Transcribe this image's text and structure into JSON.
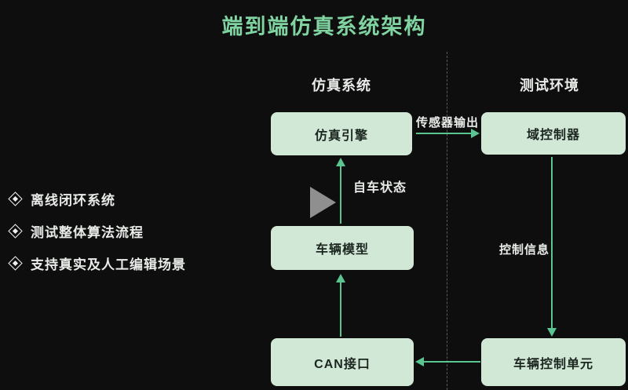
{
  "title": "端到端仿真系统架构",
  "colors": {
    "background": "#0d0e0d",
    "accent_green": "#7fd4a1",
    "box_fill": "#d2e8d6",
    "box_text": "#1c2620",
    "arrow": "#5bc592",
    "divider": "#5a5a5a",
    "text": "#e9ebe9"
  },
  "columns": {
    "left_header": "仿真系统",
    "right_header": "测试环境"
  },
  "nodes": {
    "sim_engine": "仿真引擎",
    "domain_controller": "域控制器",
    "vehicle_model": "车辆模型",
    "can_interface": "CAN接口",
    "vehicle_control_unit": "车辆控制单元"
  },
  "edges": {
    "sensor_output": "传感器输出",
    "ego_state": "自车状态",
    "control_info": "控制信息"
  },
  "features": [
    {
      "label": "离线闭环系统"
    },
    {
      "label": "测试整体算法流程"
    },
    {
      "label": "支持真实及人工编辑场景"
    }
  ]
}
